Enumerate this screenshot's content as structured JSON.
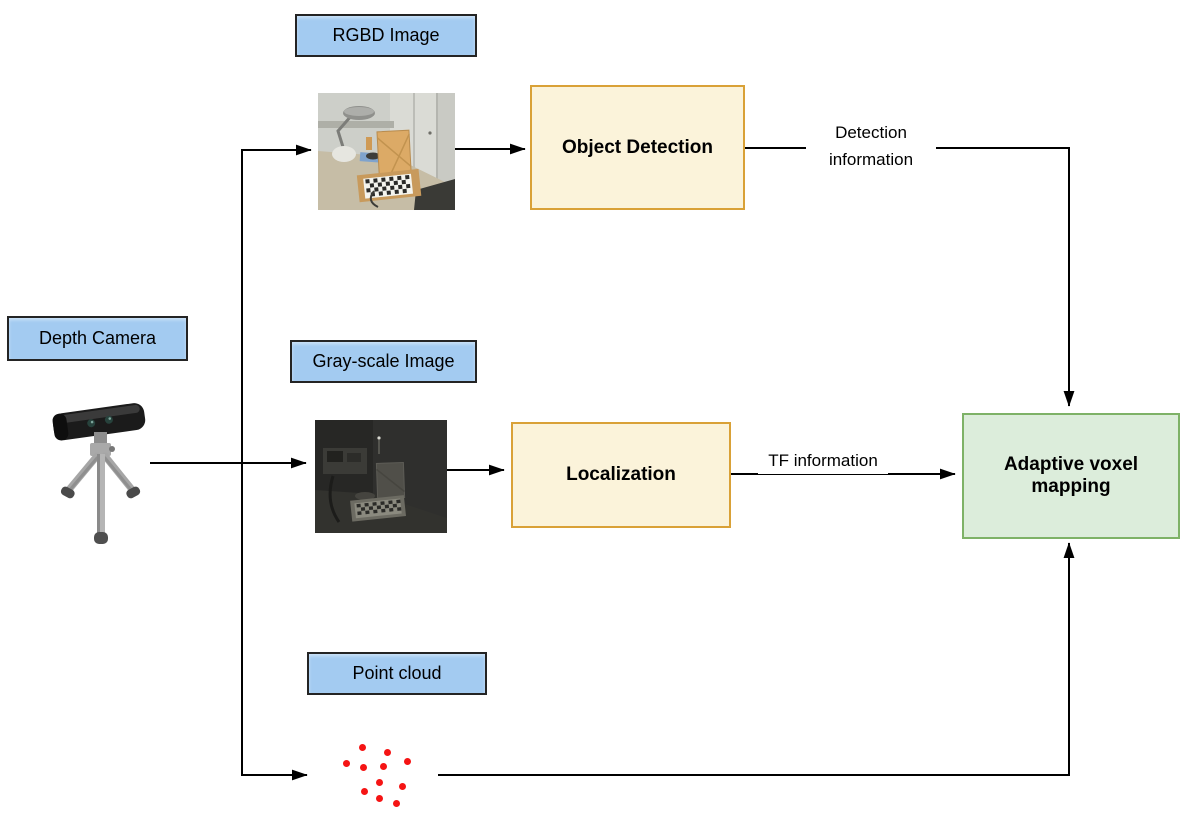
{
  "labels": {
    "rgbd_image": "RGBD Image",
    "depth_camera": "Depth Camera",
    "grayscale_image": "Gray-scale Image",
    "point_cloud": "Point cloud"
  },
  "processes": {
    "object_detection": "Object Detection",
    "localization": "Localization",
    "adaptive_voxel_mapping": "Adaptive voxel mapping"
  },
  "edge_labels": {
    "detection_information": "Detection information",
    "tf_information": "TF information"
  },
  "edges": [
    {
      "from": "depth-camera",
      "to": "grayscale-photo",
      "label": ""
    },
    {
      "from": "depth-camera",
      "to": "rgbd-photo",
      "label": ""
    },
    {
      "from": "depth-camera",
      "to": "point-cloud",
      "label": ""
    },
    {
      "from": "rgbd-photo",
      "to": "object-detection",
      "label": ""
    },
    {
      "from": "object-detection",
      "to": "adaptive-voxel-mapping",
      "label": "Detection information"
    },
    {
      "from": "grayscale-photo",
      "to": "localization",
      "label": ""
    },
    {
      "from": "localization",
      "to": "adaptive-voxel-mapping",
      "label": "TF information"
    },
    {
      "from": "point-cloud",
      "to": "adaptive-voxel-mapping",
      "label": ""
    }
  ],
  "colors": {
    "data_label_fill": "#A3CBF1",
    "data_label_border": "#242424",
    "process_fill": "#FBF3DA",
    "process_border": "#D9A137",
    "result_fill": "#DCEDDB",
    "result_border": "#7EB267",
    "connector": "#000000",
    "point_dot": "#F51414"
  },
  "point_cloud": {
    "dot_count": 11,
    "dots": [
      [
        362,
        747
      ],
      [
        387,
        752
      ],
      [
        346,
        763
      ],
      [
        363,
        767
      ],
      [
        383,
        766
      ],
      [
        407,
        761
      ],
      [
        379,
        782
      ],
      [
        364,
        791
      ],
      [
        402,
        786
      ],
      [
        379,
        798
      ],
      [
        396,
        803
      ]
    ]
  },
  "images": {
    "rgbd_photo": "rgb-desk-scene-with-box-and-checkerboard",
    "grayscale_photo": "grayscale-desk-scene-with-box-and-checkerboard",
    "depth_camera_photo": "stereo-depth-camera-on-tripod"
  }
}
